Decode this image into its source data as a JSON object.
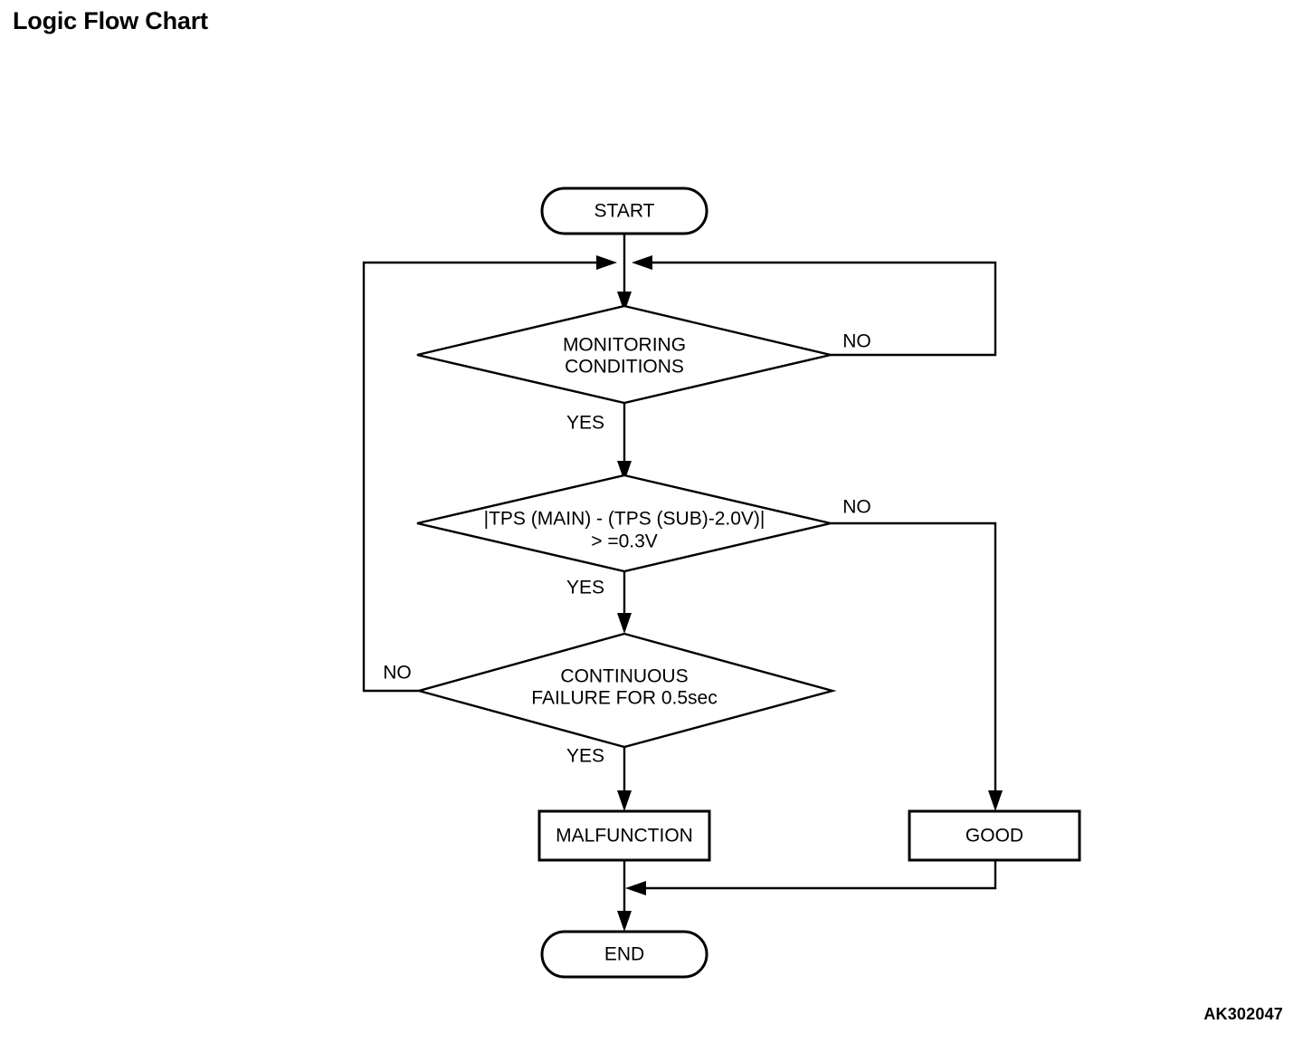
{
  "page": {
    "title": "Logic Flow Chart",
    "figure_code": "AK302047",
    "background_color": "#ffffff",
    "line_color": "#000000"
  },
  "chart_data": {
    "type": "diagram",
    "diagram_kind": "flowchart",
    "title": "Logic Flow Chart",
    "nodes": [
      {
        "id": "start",
        "shape": "stadium",
        "label": "START"
      },
      {
        "id": "monitoring",
        "shape": "diamond",
        "label_line1": "MONITORING",
        "label_line2": "CONDITIONS"
      },
      {
        "id": "tps",
        "shape": "diamond",
        "label_line1": "|TPS (MAIN) - (TPS (SUB)-2.0V)|",
        "label_line2": "> =0.3V"
      },
      {
        "id": "continuous",
        "shape": "diamond",
        "label_line1": "CONTINUOUS",
        "label_line2": "FAILURE FOR 0.5sec"
      },
      {
        "id": "malfunction",
        "shape": "rect",
        "label": "MALFUNCTION"
      },
      {
        "id": "good",
        "shape": "rect",
        "label": "GOOD"
      },
      {
        "id": "end",
        "shape": "stadium",
        "label": "END"
      }
    ],
    "edges": [
      {
        "from": "start",
        "to": "monitoring",
        "label": ""
      },
      {
        "from": "monitoring",
        "to": "start-junction",
        "label": "NO",
        "direction": "right-loop-back"
      },
      {
        "from": "monitoring",
        "to": "tps",
        "label": "YES"
      },
      {
        "from": "tps",
        "to": "good",
        "label": "NO",
        "direction": "right-down"
      },
      {
        "from": "tps",
        "to": "continuous",
        "label": "YES"
      },
      {
        "from": "continuous",
        "to": "start-junction",
        "label": "NO",
        "direction": "left-loop-back"
      },
      {
        "from": "continuous",
        "to": "malfunction",
        "label": "YES"
      },
      {
        "from": "malfunction",
        "to": "end",
        "label": ""
      },
      {
        "from": "good",
        "to": "end",
        "label": "",
        "direction": "down-left-merge"
      }
    ]
  },
  "labels": {
    "start": "START",
    "end": "END",
    "malfunction": "MALFUNCTION",
    "good": "GOOD",
    "monitoring_line1": "MONITORING",
    "monitoring_line2": "CONDITIONS",
    "tps_line1": "|TPS (MAIN) - (TPS (SUB)-2.0V)|",
    "tps_line2": "> =0.3V",
    "continuous_line1": "CONTINUOUS",
    "continuous_line2": "FAILURE FOR 0.5sec",
    "no_monitoring": "NO",
    "yes_monitoring": "YES",
    "no_tps": "NO",
    "yes_tps": "YES",
    "no_continuous": "NO",
    "yes_continuous": "YES"
  }
}
